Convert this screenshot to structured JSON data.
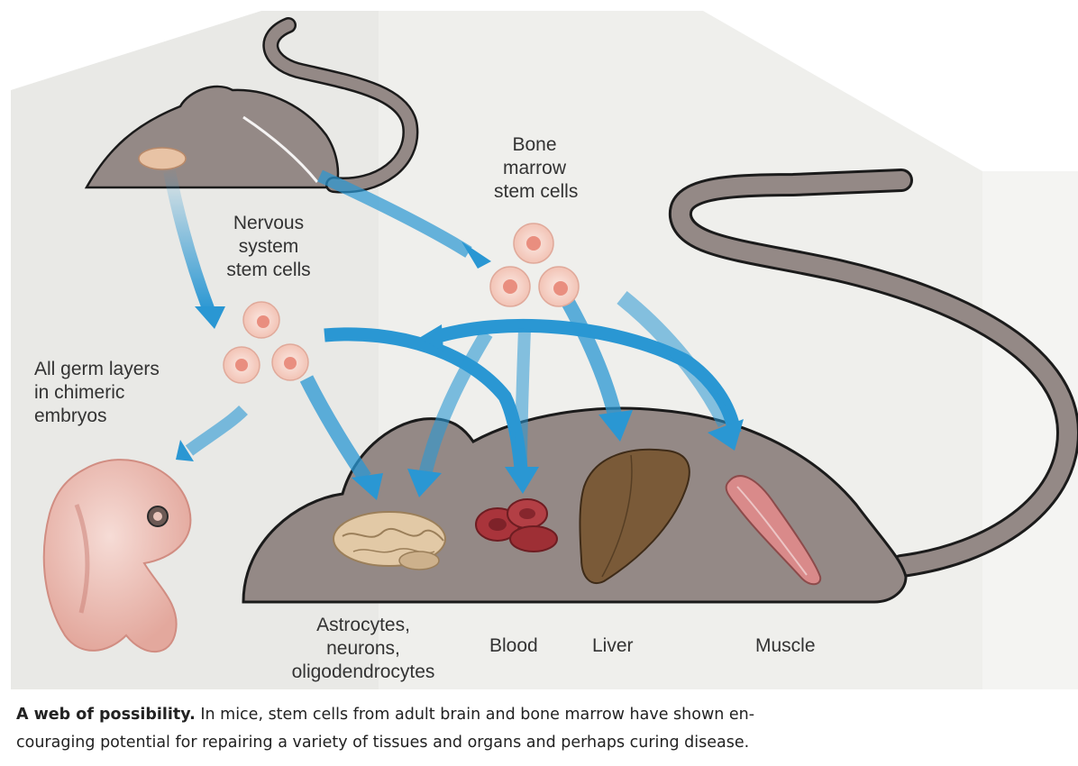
{
  "labels": {
    "bone_marrow": [
      "Bone",
      "marrow",
      "stem cells"
    ],
    "nervous_system": [
      "Nervous",
      "system",
      "stem cells"
    ],
    "germ_layers": [
      "All germ layers",
      "in chimeric",
      "embryos"
    ],
    "astrocytes": [
      "Astrocytes,",
      "neurons,",
      "oligodendrocytes"
    ],
    "blood": "Blood",
    "liver": "Liver",
    "muscle": "Muscle"
  },
  "caption": {
    "title": "A web of possibility.",
    "line1": "In mice, stem cells from adult brain and bone marrow have shown en-",
    "line2": "couraging potential for repairing a variety of tissues and organs and perhaps curing disease."
  },
  "colors": {
    "mouse": "#948986",
    "outline": "#1b1b1b",
    "arrow": "#2a97d3",
    "cell_fill": "#f7dcd2",
    "cell_nucleus": "#e98e7f"
  }
}
